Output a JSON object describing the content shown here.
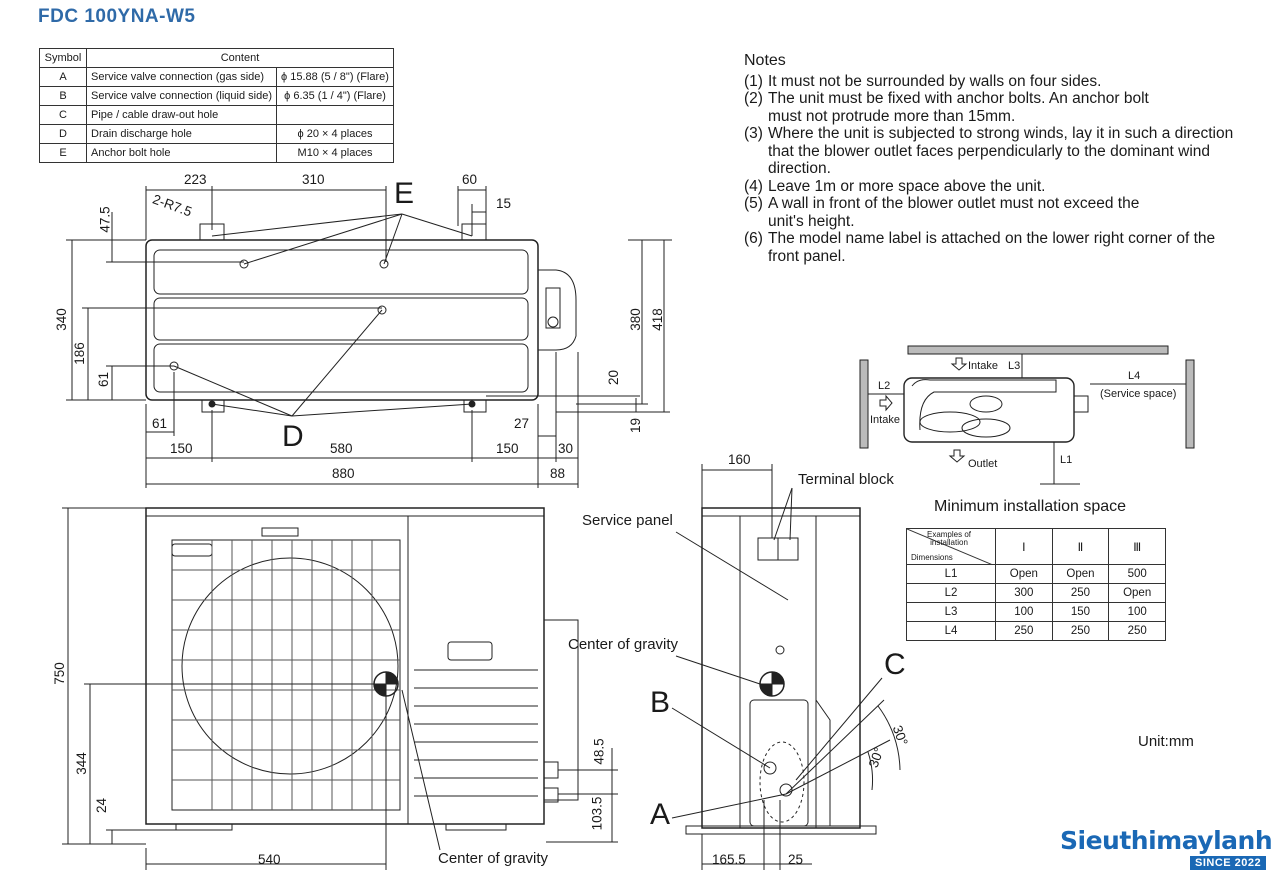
{
  "model_title": "FDC 100YNA-W5",
  "spec_table": {
    "headers": [
      "Symbol",
      "Content"
    ],
    "rows": [
      {
        "symbol": "A",
        "content": "Service valve connection (gas side)",
        "value": "ϕ 15.88 (5 / 8\") (Flare)"
      },
      {
        "symbol": "B",
        "content": "Service valve connection (liquid side)",
        "value": "ϕ 6.35 (1 / 4\") (Flare)"
      },
      {
        "symbol": "C",
        "content": "Pipe / cable draw-out hole",
        "value": ""
      },
      {
        "symbol": "D",
        "content": "Drain discharge hole",
        "value": "ϕ 20 × 4 places"
      },
      {
        "symbol": "E",
        "content": "Anchor bolt hole",
        "value": "M10 × 4 places"
      }
    ]
  },
  "notes": {
    "title": "Notes",
    "items": [
      {
        "num": "(1)",
        "text": "It must not be surrounded by walls on four sides."
      },
      {
        "num": "(2)",
        "text": "The unit must be fixed with anchor bolts. An anchor bolt must not protrude more than 15mm."
      },
      {
        "num": "(3)",
        "text": "Where the unit is subjected to strong winds, lay it in such a direction that the blower outlet faces perpendicularly to the dominant wind direction."
      },
      {
        "num": "(4)",
        "text": "Leave 1m or more space above the unit."
      },
      {
        "num": "(5)",
        "text": "A wall in front of the blower outlet must not exceed the unit's height."
      },
      {
        "num": "(6)",
        "text": "The model name label is attached on the lower right corner of the front panel."
      }
    ]
  },
  "top_view": {
    "dims": {
      "d223": "223",
      "d310": "310",
      "d60": "60",
      "d15": "15",
      "d47_5": "47.5",
      "r7_5": "2-R7.5",
      "d340": "340",
      "d186": "186",
      "d61_left": "61",
      "d380": "380",
      "d418": "418",
      "d20": "20",
      "d27": "27",
      "d19": "19",
      "d61_bottom": "61",
      "d150_left": "150",
      "d580": "580",
      "d150_right": "150",
      "d30": "30",
      "d880": "880",
      "d88": "88"
    },
    "label_e": "E",
    "label_d": "D"
  },
  "front_view": {
    "dims": {
      "d750": "750",
      "d344": "344",
      "d24": "24",
      "d540": "540",
      "d48_5": "48.5",
      "d103_5": "103.5"
    },
    "center_of_gravity": "Center of gravity"
  },
  "side_view": {
    "dims": {
      "d160": "160",
      "d165_5": "165.5",
      "d25": "25",
      "a30_1": "30°",
      "a30_2": "30°"
    },
    "terminal_block": "Terminal block",
    "service_panel": "Service panel",
    "center_of_gravity": "Center of gravity",
    "label_a": "A",
    "label_b": "B",
    "label_c": "C"
  },
  "install_diagram": {
    "intake_top": "Intake",
    "intake_left": "Intake",
    "outlet": "Outlet",
    "l1": "L1",
    "l2": "L2",
    "l3": "L3",
    "l4": "L4",
    "service_space": "(Service space)"
  },
  "install_table": {
    "title": "Minimum installation space",
    "corner_top": "Examples of installation",
    "corner_bottom": "Dimensions",
    "columns": [
      "Ⅰ",
      "Ⅱ",
      "Ⅲ"
    ],
    "rows": [
      {
        "label": "L1",
        "values": [
          "Open",
          "Open",
          "500"
        ]
      },
      {
        "label": "L2",
        "values": [
          "300",
          "250",
          "Open"
        ]
      },
      {
        "label": "L3",
        "values": [
          "100",
          "150",
          "100"
        ]
      },
      {
        "label": "L4",
        "values": [
          "250",
          "250",
          "250"
        ]
      }
    ]
  },
  "unit_label": "Unit:mm",
  "logo": {
    "name": "Sieuthimaylanh",
    "tagline": "SINCE 2022"
  }
}
